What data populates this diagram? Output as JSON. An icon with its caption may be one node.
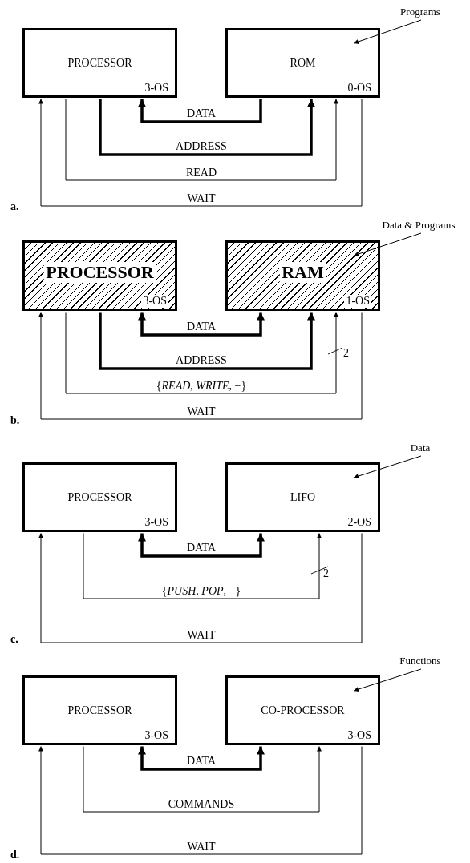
{
  "diagram": {
    "nodes": [
      {
        "text": [
          "Programs"
        ]
      },
      {
        "text": [
          "PROCESSOR",
          "3-OS"
        ]
      },
      {
        "text": [
          "ROM",
          "0-OS"
        ]
      },
      {
        "text": [
          "Data & Programs"
        ]
      },
      {
        "text": [
          "PROCESSOR",
          "3-OS"
        ]
      },
      {
        "text": [
          "RAM",
          "1-OS"
        ]
      },
      {
        "text": [
          "Data"
        ]
      },
      {
        "text": [
          "PROCESSOR",
          "3-OS"
        ]
      },
      {
        "text": [
          "LIFO",
          "2-OS"
        ]
      },
      {
        "text": [
          "Functions"
        ]
      },
      {
        "text": [
          "PROCESSOR",
          "3-OS"
        ]
      },
      {
        "text": [
          "CO-PROCESSOR",
          "3-OS"
        ]
      }
    ],
    "edges": [
      {
        "from": 0,
        "to": 2,
        "arrow": "to"
      },
      {
        "from": 2,
        "to": 1,
        "arrow": "to",
        "label": "DATA",
        "style": "thick"
      },
      {
        "from": 1,
        "to": 2,
        "arrow": "to",
        "label": "ADDRESS",
        "style": "thick"
      },
      {
        "from": 1,
        "to": 2,
        "arrow": "to",
        "label": "READ"
      },
      {
        "from": 2,
        "to": 1,
        "arrow": "to",
        "label": "WAIT"
      },
      {
        "from": 3,
        "to": 5,
        "arrow": "to"
      },
      {
        "from": 4,
        "to": 5,
        "arrow": "both",
        "label": "DATA",
        "style": "thick"
      },
      {
        "from": 4,
        "to": 5,
        "arrow": "to",
        "label": "ADDRESS",
        "style": "thick"
      },
      {
        "from": 4,
        "to": 5,
        "arrow": "to",
        "label": "{*READ*, *WRITE*, −}"
      },
      {
        "from": 5,
        "to": 4,
        "arrow": "to",
        "label": "WAIT"
      },
      {
        "from": 6,
        "to": 8,
        "arrow": "to"
      },
      {
        "from": 7,
        "to": 8,
        "arrow": "both",
        "label": "DATA",
        "style": "thick"
      },
      {
        "from": 7,
        "to": 8,
        "arrow": "to",
        "label": "{*PUSH*, *POP*, −}"
      },
      {
        "from": 8,
        "to": 7,
        "arrow": "to",
        "label": "WAIT"
      },
      {
        "from": 9,
        "to": 11,
        "arrow": "to"
      },
      {
        "from": 10,
        "to": 11,
        "arrow": "both",
        "label": "DATA",
        "style": "thick"
      },
      {
        "from": 10,
        "to": 11,
        "arrow": "to",
        "label": "COMMANDS"
      },
      {
        "from": 11,
        "to": 10,
        "arrow": "to",
        "label": "WAIT"
      }
    ],
    "labels": [
      "a.",
      "2",
      "b.",
      "2",
      "c.",
      "d."
    ]
  }
}
